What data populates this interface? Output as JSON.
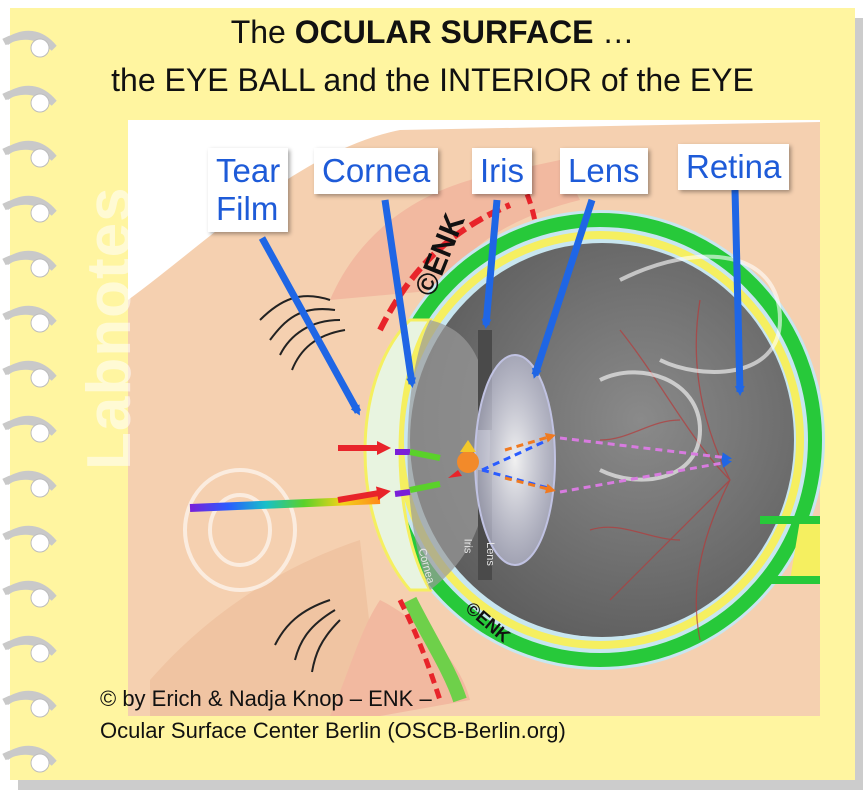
{
  "title": {
    "line1_prefix": "The",
    "line1_bold": "OCULAR SURFACE",
    "line1_suffix": "…",
    "line2": "the EYE BALL and the INTERIOR of the EYE"
  },
  "labels": {
    "tear_film_1": "Tear",
    "tear_film_2": "Film",
    "cornea": "Cornea",
    "iris": "Iris",
    "lens": "Lens",
    "retina": "Retina"
  },
  "side_text": "Labnotes",
  "watermarks": {
    "enk_top": "©ENK",
    "enk_bottom": "©ENK",
    "inner_cornea": "Cornea",
    "inner_iris": "Iris",
    "inner_lens": "Lens"
  },
  "credit": {
    "line1": "© by Erich & Nadja Knop – ENK –",
    "line2": "Ocular Surface Center Berlin (OSCB-Berlin.org)"
  },
  "colors": {
    "label_text": "#1e5bd8",
    "arrow": "#1f66e5",
    "paper": "#fff5a0",
    "sclera_green": "#27c93a",
    "skin": "#f5d0b0"
  }
}
